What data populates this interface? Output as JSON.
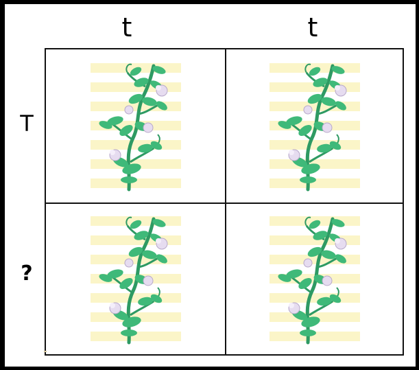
{
  "columns": {
    "left_allele": "t",
    "right_allele": "t"
  },
  "rows": {
    "top_allele": "T",
    "bottom_allele": "?"
  },
  "grid": {
    "cells": [
      {
        "content": "pea-plant-icon"
      },
      {
        "content": "pea-plant-icon"
      },
      {
        "content": "pea-plant-icon"
      },
      {
        "content": "pea-plant-icon"
      }
    ]
  },
  "colors": {
    "background": "#000000",
    "panel": "#ffffff",
    "grid_lines": "#111111",
    "stripe": "#fbf5c8",
    "leaf": "#3fb979",
    "stem": "#2e9a63",
    "flower": "#e6dcf0"
  }
}
